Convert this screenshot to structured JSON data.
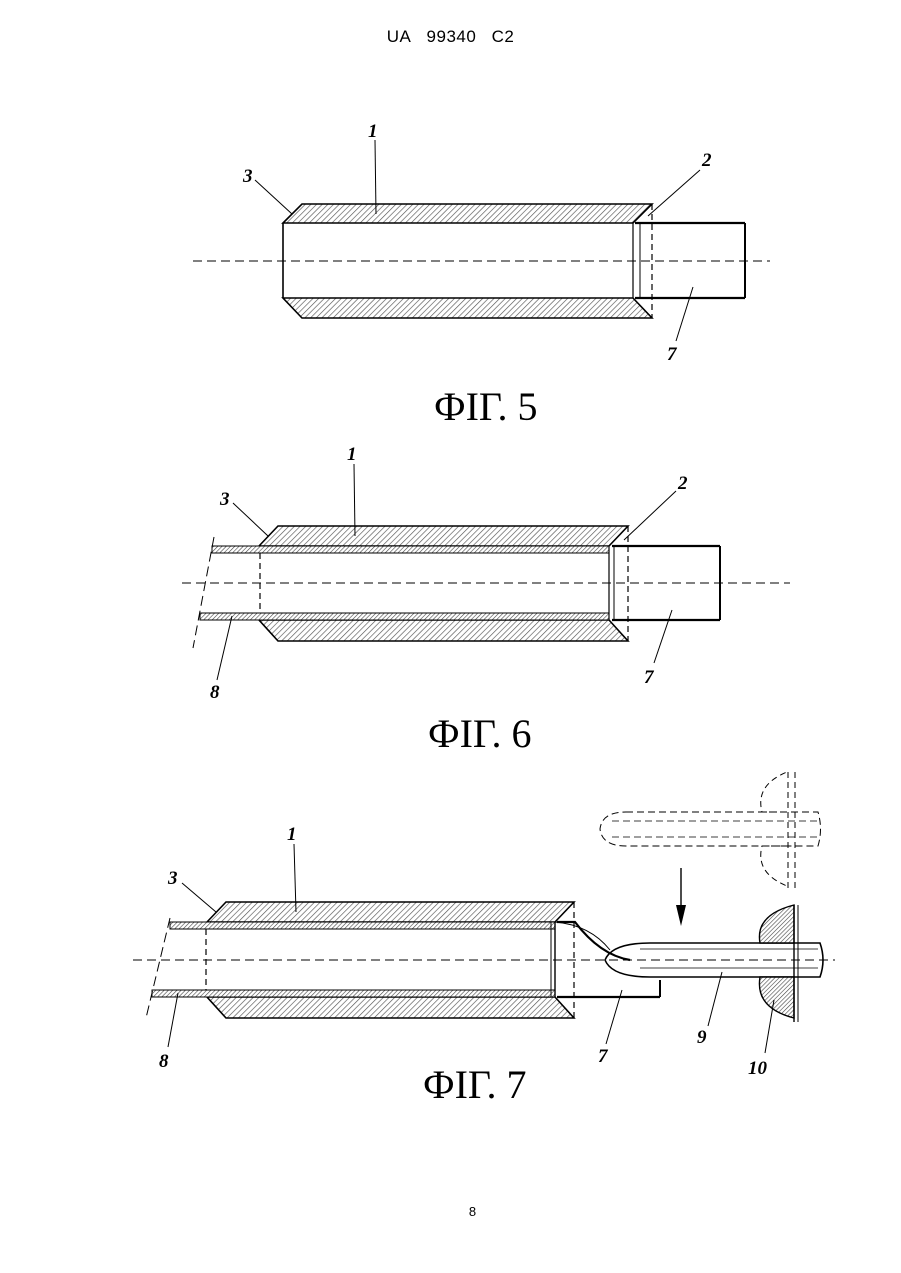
{
  "header": {
    "country": "UA",
    "number": "99340",
    "kind": "C2"
  },
  "page_number": "8",
  "figures": [
    {
      "caption": "ФІГ. 5",
      "labels": {
        "r1": "1",
        "r2": "2",
        "r3": "3",
        "r7": "7"
      }
    },
    {
      "caption": "ФІГ. 6",
      "labels": {
        "r1": "1",
        "r2": "2",
        "r3": "3",
        "r7": "7",
        "r8": "8"
      }
    },
    {
      "caption": "ФІГ. 7",
      "labels": {
        "r1": "1",
        "r3": "3",
        "r7": "7",
        "r8": "8",
        "r9": "9",
        "r10": "10"
      }
    }
  ]
}
